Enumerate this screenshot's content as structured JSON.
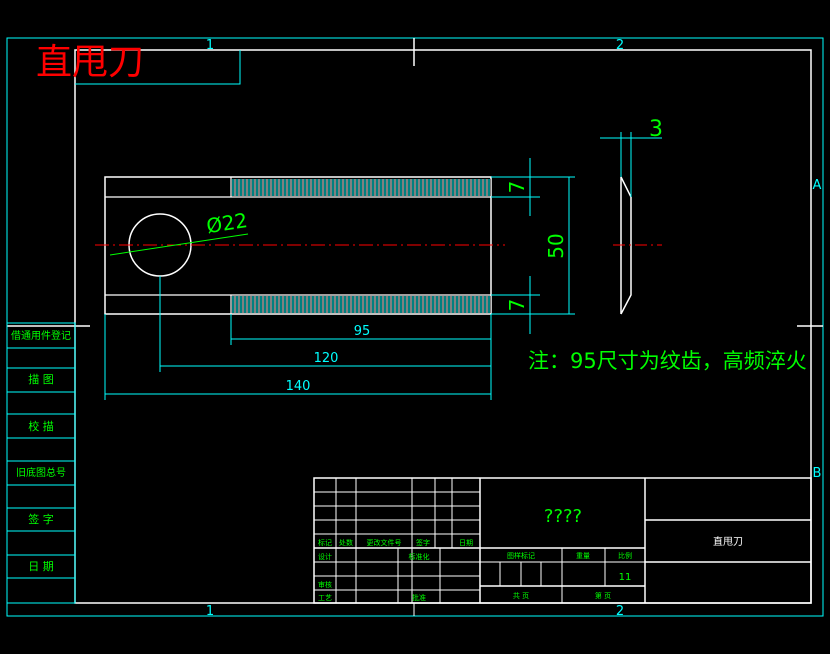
{
  "title": "直甩刀",
  "zone_labels": {
    "top_1": "1",
    "top_2": "2",
    "bottom_1": "1",
    "bottom_2": "2",
    "right_a": "A",
    "right_b": "B"
  },
  "dimensions": {
    "thickness": "3",
    "slot_width_top": "7",
    "slot_width_bottom": "7",
    "height": "50",
    "hole_dia": "Ø22",
    "teeth_len": "95",
    "hole_pos": "120",
    "total_len": "140"
  },
  "note": "注：95尺寸为纹齿，高频淬火",
  "side_block": [
    "借通用件登记",
    "描  图",
    "校  描",
    "旧底图总号",
    "签  字",
    "日  期"
  ],
  "title_block": {
    "drawing_number": "????",
    "part_name": "直甩刀",
    "row_labels": [
      "标记",
      "处数",
      "更改文件号",
      "签字",
      "日期"
    ],
    "design_label": "设计",
    "standard_label": "标准化",
    "review_label": "审核",
    "process_label": "工艺",
    "approve_label": "批准",
    "stage_label": "图样标记",
    "weight_label": "重量",
    "scale_label": "比例",
    "scale_value": "11",
    "sheet_total": "共    页",
    "sheet_num": "第    页"
  },
  "colors": {
    "frame": "#ffffff",
    "cyan": "#00ffff",
    "green": "#00ff00",
    "red": "#ff0000"
  }
}
